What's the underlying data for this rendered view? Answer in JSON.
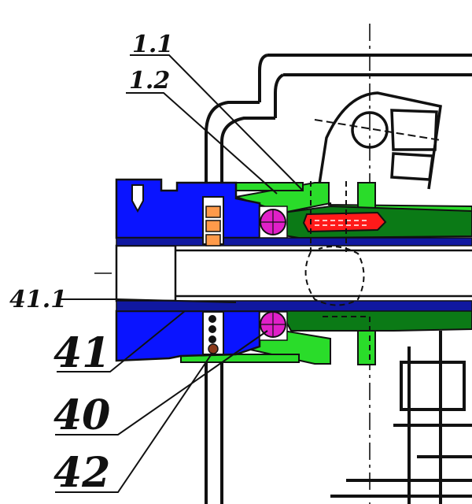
{
  "callouts": {
    "c_1_1": "1.1",
    "c_1_2": "1.2",
    "c_41_1": "41.1",
    "c_41": "41",
    "c_40": "40",
    "c_42": "42"
  },
  "colors": {
    "blue": "#0a14ff",
    "dark_blue": "#1018a0",
    "navy": "#1a1a66",
    "light_green": "#2adc2a",
    "dark_green": "#0b7a16",
    "red": "#ff1a1a",
    "magenta": "#e020c8",
    "orange": "#ff9a4a",
    "ink": "#111111"
  }
}
